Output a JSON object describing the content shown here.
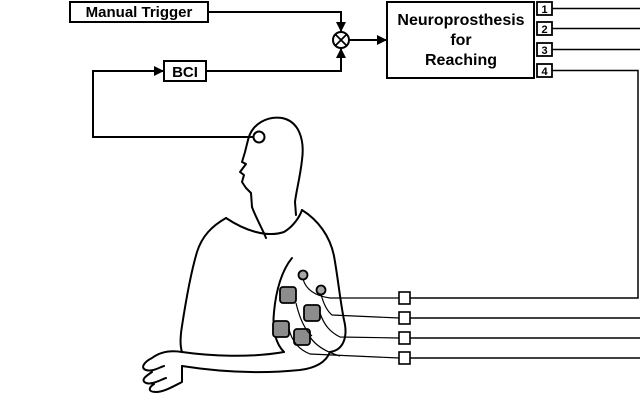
{
  "blocks": {
    "manual_trigger": "Manual Trigger",
    "bci": "BCI",
    "neuroprosthesis": [
      "Neuroprosthesis",
      "for",
      "Reaching"
    ]
  },
  "channels": [
    "1",
    "2",
    "3",
    "4"
  ],
  "colors": {
    "stroke": "#000000",
    "background": "#ffffff",
    "electrode_fill": "#8c8c8c",
    "sensor_fill": "#a6a6a6"
  }
}
